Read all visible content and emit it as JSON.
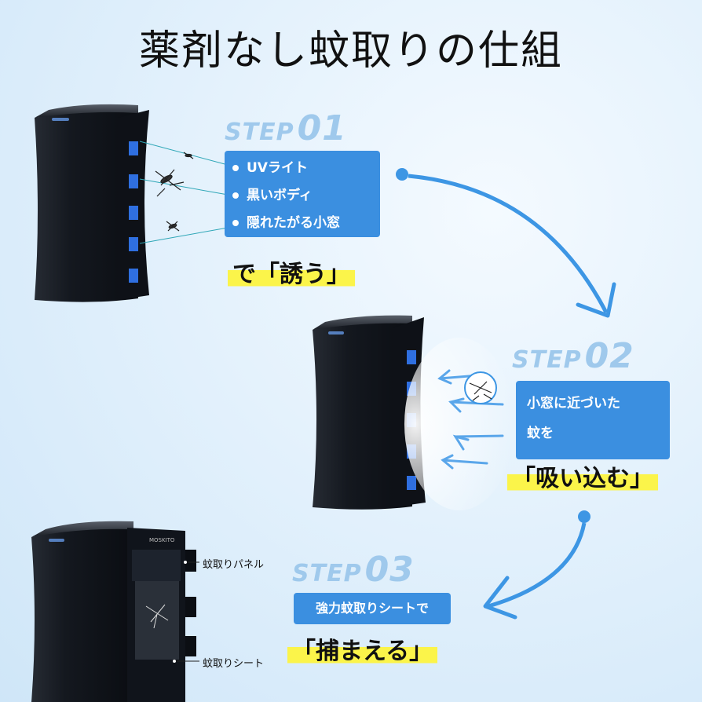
{
  "title": "薬剤なし蚊取りの仕組",
  "step1": {
    "word": "STEP",
    "num": "01",
    "bullets": [
      "UVライト",
      "黒いボディ",
      "隠れたがる小窓"
    ],
    "highlight": "で「誘う」"
  },
  "step2": {
    "word": "STEP",
    "num": "02",
    "line1": "小窓に近づいた",
    "line2": "蚊を",
    "highlight": "「吸い込む」"
  },
  "step3": {
    "word": "STEP",
    "num": "03",
    "box": "強力蚊取りシートで",
    "highlight": "「捕まえる」",
    "label_panel": "蚊取りパネル",
    "label_sheet": "蚊取りシート"
  },
  "brand": "MOSKITO",
  "colors": {
    "accent": "#3b8fe0",
    "arrow": "#3d96e4",
    "highlight": "#fbf44a",
    "step_text": "#9fc9ec",
    "device": "#141a24",
    "window": "#2f6fe0"
  }
}
